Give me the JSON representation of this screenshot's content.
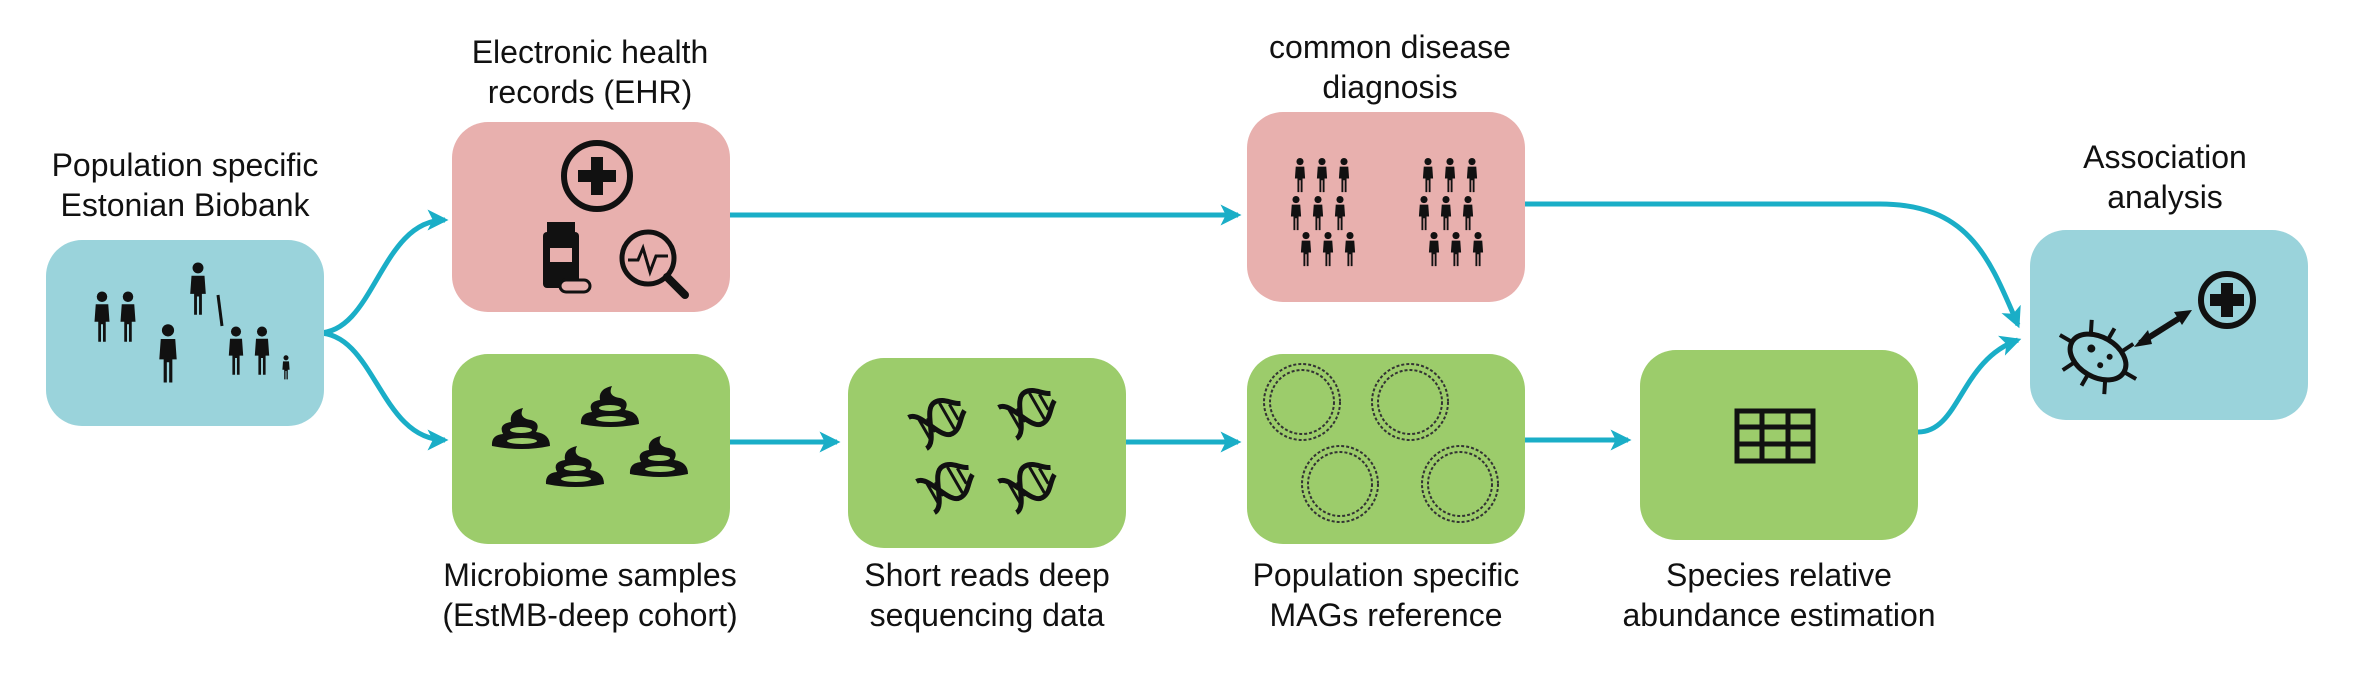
{
  "colors": {
    "blue_box": "#9ad3db",
    "red_box": "#e8b0ae",
    "green_box": "#9ccc6b",
    "arrow": "#1aaec7",
    "icon": "#111111"
  },
  "nodes": {
    "biobank": {
      "label_lines": [
        "Population specific",
        "Estonian Biobank"
      ],
      "icon": "family-icon"
    },
    "ehr": {
      "label_lines": [
        "Electronic health",
        "records (EHR)"
      ],
      "icon": "medical-records-icon"
    },
    "diagnosis": {
      "label_lines": [
        "common disease",
        "diagnosis"
      ],
      "icon": "people-groups-icon"
    },
    "association": {
      "label_lines": [
        "Association",
        "analysis"
      ],
      "icon": "bacteria-health-link-icon"
    },
    "microbiome": {
      "label_lines": [
        "Microbiome samples",
        "(EstMB-deep cohort)"
      ],
      "icon": "stool-sample-icon"
    },
    "short_reads": {
      "label_lines": [
        "Short reads deep",
        "sequencing data"
      ],
      "icon": "dna-icon"
    },
    "mags": {
      "label_lines": [
        "Population specific",
        "MAGs reference"
      ],
      "icon": "circular-genome-icon"
    },
    "abundance": {
      "label_lines": [
        "Species relative",
        "abundance estimation"
      ],
      "icon": "table-grid-icon"
    }
  }
}
